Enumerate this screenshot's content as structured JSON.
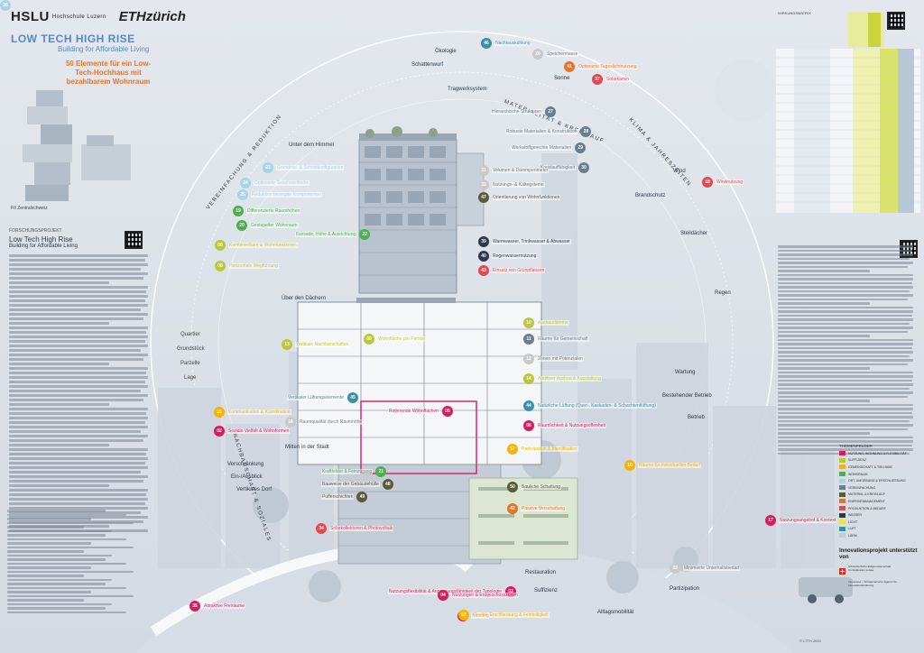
{
  "header": {
    "hslu": "HSLU",
    "hslu_sub": "Hochschule Luzern",
    "eth": "ETHzürich",
    "title": "LOW TECH HIGH RISE",
    "subtitle": "Building for Affordable Living",
    "orange_title": "50 Elemente für ein Low-Tech-Hochhaus mit bezahlbarem Wohnraum"
  },
  "caption": "F/t Zentralschweiz",
  "project": {
    "kicker": "FORSCHUNGSPROJEKT",
    "title": "Low Tech High Rise",
    "subtitle": "Building for Affordable Living"
  },
  "scale_labels": [
    "Quartier",
    "Grundstück",
    "Parzelle",
    "Lage"
  ],
  "ring_labels": {
    "oekologie": "Ökologie",
    "schattenwurf": "Schattenwurf",
    "sonne": "Sonne",
    "tragwerk": "Tragwerksystem",
    "wind": "Wind",
    "brandschutz": "Brandschutz",
    "steildaecher": "Steildächer",
    "regen": "Regen",
    "unter_himmel": "Unter dem Himmel",
    "ueber_daechern": "Über den Dächern",
    "mittten": "Mitten in der Stadt",
    "verschraenkung": "Verschränkung",
    "ein_ausblick": "Ein-/Ausblick",
    "vertikales_dorf": "Vertikales Dorf",
    "restauration": "Restauration",
    "suffizienz": "Suffizienz",
    "partizipation": "Partizipation",
    "alltagsmobilitaet": "Alltagsmobilität",
    "wartung": "Wartung",
    "bestehender_betrieb": "Bestehender Betrieb",
    "betrieb": "Betrieb",
    "arc_left": "VEREINFACHUNG & REDUKTION",
    "arc_right": "MATERIALITÄT & KREISLAUF",
    "arc_klima": "KLIMA & JAHRESZEITEN",
    "arc_bottom": "NACHBARSCHAFT & SOZIALES"
  },
  "elements": [
    {
      "n": "46",
      "label": "Nachtauskühlung",
      "color": "#3d8fa8"
    },
    {
      "n": "20",
      "label": "Speichermasse",
      "color": "#c9c9c9"
    },
    {
      "n": "41",
      "label": "Optimierte Tageslichtnutzung",
      "color": "#e8732a"
    },
    {
      "n": "37",
      "label": "Solarkamin",
      "color": "#e24a52"
    },
    {
      "n": "27",
      "label": "Hierarchische Strukturen",
      "color": "#6a7d8e"
    },
    {
      "n": "28",
      "label": "Robuste Materialien & Konstruktion",
      "color": "#6a7d8e"
    },
    {
      "n": "29",
      "label": "Werkstoffgerechte Materialien",
      "color": "#6a7d8e"
    },
    {
      "n": "30",
      "label": "Kreislauffähigkeit",
      "color": "#6a7d8e"
    },
    {
      "n": "31",
      "label": "Volumen & Dämmperimeter",
      "color": "#c9c9c9"
    },
    {
      "n": "32",
      "label": "Nutzungs- & Kältegsteme",
      "color": "#c9c9c9"
    },
    {
      "n": "47",
      "label": "Orientierung von Wohnfunktionen",
      "color": "#5b5b3a"
    },
    {
      "n": "18",
      "label": "Windnutzung",
      "color": "#e24a52"
    },
    {
      "n": "23",
      "label": "Grundriss- & Schnittkonfiguration",
      "color": "#a8d4e8"
    },
    {
      "n": "24",
      "label": "Optimierte Geschossfläche",
      "color": "#a8d4e8"
    },
    {
      "n": "25",
      "label": "Reduktion bewegter Komponenten",
      "color": "#a8d4e8"
    },
    {
      "n": "19",
      "label": "Differenzierte Raumhöhen",
      "color": "#4caf50"
    },
    {
      "n": "20",
      "label": "Gestapelter Wohnraum",
      "color": "#4caf50"
    },
    {
      "n": "06",
      "label": "Kombinierbare & Wohnfunktionen",
      "color": "#b9c93a"
    },
    {
      "n": "08",
      "label": "Horizontale Wegführung",
      "color": "#b9c93a"
    },
    {
      "n": "22",
      "label": "Fassade, Höhe & Ausrichtung",
      "color": "#4caf50"
    },
    {
      "n": "39",
      "label": "Warmwasser, Trinkwasser & Abwasser",
      "color": "#2e3a4a"
    },
    {
      "n": "40",
      "label": "Regenwassernutzung",
      "color": "#2e3a4a"
    },
    {
      "n": "43",
      "label": "Einsatz von Grünpflanzen",
      "color": "#e24a52"
    },
    {
      "n": "10",
      "label": "Ausbaudämme",
      "color": "#b9c93a"
    },
    {
      "n": "13",
      "label": "Vertikale Nachbarschaften",
      "color": "#b9c93a"
    },
    {
      "n": "09",
      "label": "Wohnfläche pro Person",
      "color": "#b9c93a"
    },
    {
      "n": "11",
      "label": "Räume für Gemeinschaft",
      "color": "#6a7d8e"
    },
    {
      "n": "12",
      "label": "Zonen mit Potenzialen",
      "color": "#c9c9c9"
    },
    {
      "n": "14",
      "label": "Additiver Ausbau & Ausstattung",
      "color": "#b9c93a"
    },
    {
      "n": "45",
      "label": "Vertikaler Lüftungselemente",
      "color": "#3d8fa8"
    },
    {
      "n": "44",
      "label": "Natürliche Lüftung (Quer-, Kaskaden- & Schachtentlüftung)",
      "color": "#3d8fa8"
    },
    {
      "n": "15",
      "label": "Kommunikation & Koordination",
      "color": "#f4b400"
    },
    {
      "n": "16",
      "label": "Raumqualität durch Raumhöhe",
      "color": "#c9c9c9"
    },
    {
      "n": "05",
      "label": "Rotierende Wohnflächen",
      "color": "#d81b60"
    },
    {
      "n": "06",
      "label": "Räumlichkeit & Nutzungsoffenheit",
      "color": "#d81b60"
    },
    {
      "n": "02",
      "label": "Soziale Vielfalt & Wohnformen",
      "color": "#d81b60"
    },
    {
      "n": "17",
      "label": "Partizipation & Identifikation",
      "color": "#f4b400"
    },
    {
      "n": "21",
      "label": "Kraftfelder & Feinzugang",
      "color": "#4caf50"
    },
    {
      "n": "48",
      "label": "Bauweise der Gebäudehülle",
      "color": "#5b5b3a"
    },
    {
      "n": "49",
      "label": "Pufferschichten",
      "color": "#5b5b3a"
    },
    {
      "n": "50",
      "label": "Bauliche Schattung",
      "color": "#5b5b3a"
    },
    {
      "n": "42",
      "label": "Passive Verschattung",
      "color": "#e8732a"
    },
    {
      "n": "10",
      "label": "Räume für individuellen Bedarf",
      "color": "#f4b400"
    },
    {
      "n": "34",
      "label": "Solarkollektoren & Photovoltaik",
      "color": "#e24a52"
    },
    {
      "n": "03",
      "label": "Nutzungsflexibilität & Anpassungsfähigkeit der Typologie",
      "color": "#d81b60"
    },
    {
      "n": "04",
      "label": "Nutzungen & Erdgeschosszonen",
      "color": "#d81b60"
    },
    {
      "n": "01",
      "label": "Nutzung",
      "color": "#d81b60"
    },
    {
      "n": "07",
      "label": "Flexible Erschliessung & Feinteiligkeit",
      "color": "#f4b400"
    },
    {
      "n": "33",
      "label": "Minimierte Unterhaltsbedarf",
      "color": "#c9c9c9"
    },
    {
      "n": "35",
      "label": "Attraktive Freiräume",
      "color": "#d81b60"
    },
    {
      "n": "17",
      "label": "Nutzungsangebot & Kontext",
      "color": "#d81b60"
    },
    {
      "n": "26",
      "label": "",
      "color": "#a8d4e8"
    }
  ],
  "legend": {
    "title": "THEMENFELDER",
    "items": [
      {
        "label": "NUTZUNG, WOHNUNG & FLEXIBILITÄT",
        "color": "#d81b60"
      },
      {
        "label": "SUFFIZIENZ",
        "color": "#b9c93a"
      },
      {
        "label": "GEMEINSCHAFT & TEILHABE",
        "color": "#f4b400"
      },
      {
        "label": "WOHNRAUM",
        "color": "#4caf50"
      },
      {
        "label": "ORT, UMGEBUNG & ERSCHLIESSUNG",
        "color": "#a8d4e8"
      },
      {
        "label": "VEREINFACHUNG",
        "color": "#6a7d8e"
      },
      {
        "label": "MATERIAL & KREISLAUF",
        "color": "#5b5b3a"
      },
      {
        "label": "ENERGIEMANAGEMENT",
        "color": "#e8732a"
      },
      {
        "label": "PRODUKTION & BEDARF",
        "color": "#e24a52"
      },
      {
        "label": "WASSER",
        "color": "#2e3a4a"
      },
      {
        "label": "LICHT",
        "color": "#f0e04a"
      },
      {
        "label": "LUFT",
        "color": "#3d8fa8"
      },
      {
        "label": "LÄRM",
        "color": "#c9c9c9"
      }
    ]
  },
  "support": {
    "title": "Innovationsprojekt unterstützt von",
    "line1": "Schweizerische Eidgenossenschaft",
    "line2": "Confédération suisse",
    "line3": "Innosuisse – Schweizerische Agentur für Innovationsförderung"
  },
  "matrix_label": "WIRKUNGSMATRIX",
  "copyright": "© LTTH 2024"
}
